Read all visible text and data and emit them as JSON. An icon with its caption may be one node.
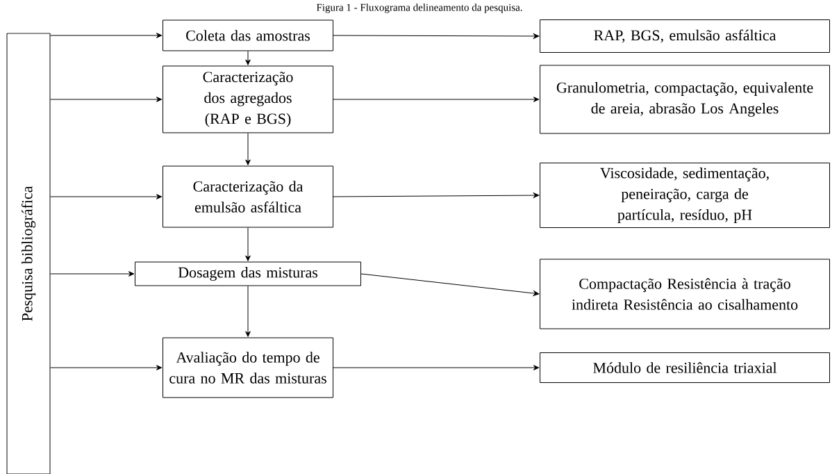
{
  "diagram": {
    "caption": "Figura 1 - Fluxograma delineamento da pesquisa.",
    "nodes": [
      {
        "text": [
          "Pesquisa bibliográfica"
        ]
      },
      {
        "text": [
          "Coleta das amostras"
        ]
      },
      {
        "text": [
          "Caracterização dos agregados (RAP e BGS)"
        ]
      },
      {
        "text": [
          "Caracterização da emulsão asfáltica"
        ]
      },
      {
        "text": [
          "Dosagem das misturas"
        ]
      },
      {
        "text": [
          "Avaliação do tempo de cura no MR das misturas"
        ]
      },
      {
        "text": [
          "RAP, BGS, emulsão asfáltica"
        ]
      },
      {
        "text": [
          "Granulometria, compactação, equivalente de areia, abrasão Los Angeles"
        ]
      },
      {
        "text": [
          "Viscosidade, sedimentação, peneiração, carga de partícula, resíduo, pH"
        ]
      },
      {
        "text": [
          "Compactação Resistência à tração indireta Resistência ao cisalhamento"
        ]
      },
      {
        "text": [
          "Módulo de resiliência triaxial"
        ]
      }
    ],
    "edges": [
      {
        "from": 0,
        "to": 1,
        "arrow": "to"
      },
      {
        "from": 1,
        "to": 6,
        "arrow": "to"
      },
      {
        "from": 1,
        "to": 2,
        "arrow": "to"
      },
      {
        "from": 0,
        "to": 2,
        "arrow": "to"
      },
      {
        "from": 2,
        "to": 7,
        "arrow": "to"
      },
      {
        "from": 2,
        "to": 3,
        "arrow": "to"
      },
      {
        "from": 0,
        "to": 3,
        "arrow": "to"
      },
      {
        "from": 3,
        "to": 8,
        "arrow": "to"
      },
      {
        "from": 3,
        "to": 4,
        "arrow": "to"
      },
      {
        "from": 0,
        "to": 4,
        "arrow": "to"
      },
      {
        "from": 4,
        "to": 9,
        "arrow": "to"
      },
      {
        "from": 4,
        "to": 5,
        "arrow": "to"
      },
      {
        "from": 0,
        "to": 5,
        "arrow": "to"
      },
      {
        "from": 5,
        "to": 10,
        "arrow": "to"
      }
    ]
  }
}
